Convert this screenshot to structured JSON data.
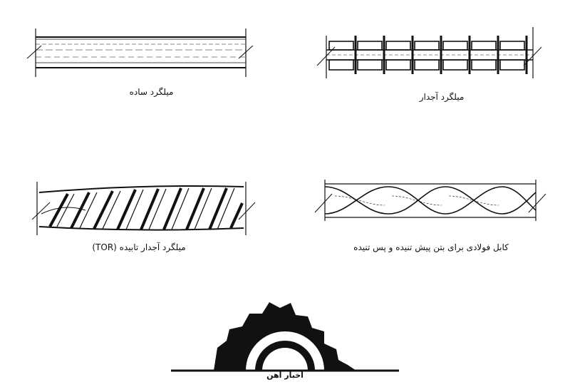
{
  "labels": {
    "plain": "میلگرد ساده",
    "ribbed": "میلگرد آجدار",
    "tor": "میلگرد آجدار تابیده (TOR)",
    "cable": "کابل فولادی برای بتن پیش تنیده و پس تنیده"
  },
  "logo": {
    "text": "اخبار آهن",
    "icon": "gear-logo-icon"
  },
  "colors": {
    "ink": "#111111",
    "background": "#ffffff"
  }
}
